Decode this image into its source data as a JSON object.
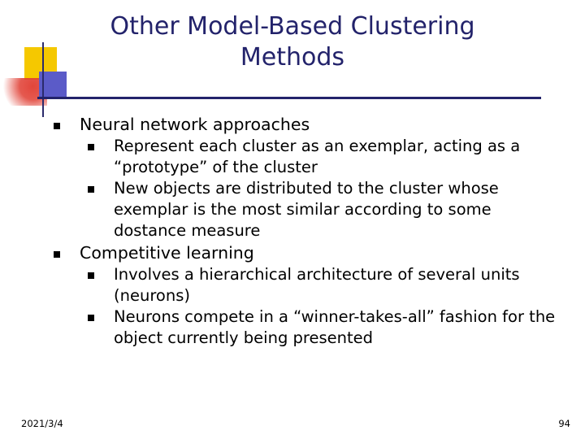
{
  "slide": {
    "title": "Other Model-Based Clustering Methods",
    "accent_color": "#23236b",
    "deco_colors": {
      "yellow": "#f5c800",
      "red": "#e03c31",
      "blue": "#5b5bc8",
      "line": "#23236b"
    },
    "bullets": [
      {
        "level1": "Neural network approaches",
        "subs": [
          "Represent each cluster as an exemplar, acting as a “prototype” of the cluster",
          "New objects are distributed to the cluster whose exemplar is the most similar according to some dostance measure"
        ]
      },
      {
        "level1": "Competitive learning",
        "subs": [
          "Involves a hierarchical architecture of several units (neurons)",
          "Neurons compete in  a “winner-takes-all” fashion for the object currently being presented"
        ]
      }
    ],
    "footer": {
      "date": "2021/3/4",
      "page": "94"
    }
  }
}
